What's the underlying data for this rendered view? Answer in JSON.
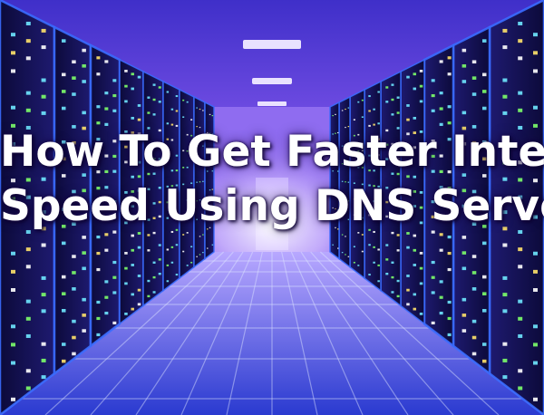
{
  "headline": {
    "line1": "How To Get Faster Internet",
    "line2": "Speed Using DNS Server"
  },
  "scene": {
    "subject": "server-room-corridor",
    "colors": {
      "ceiling": "#6a3fe0",
      "floor_tile_light": "#6fa6ff",
      "floor_tile_dark": "#2a3fc0",
      "rack_body": "#1a1660",
      "rack_edge": "#3a6cff",
      "glow": "#c9b6ff",
      "led_green": "#7dff6a",
      "led_cyan": "#6fe8ff",
      "led_yellow": "#ffe36a",
      "led_white": "#ffffff"
    }
  }
}
